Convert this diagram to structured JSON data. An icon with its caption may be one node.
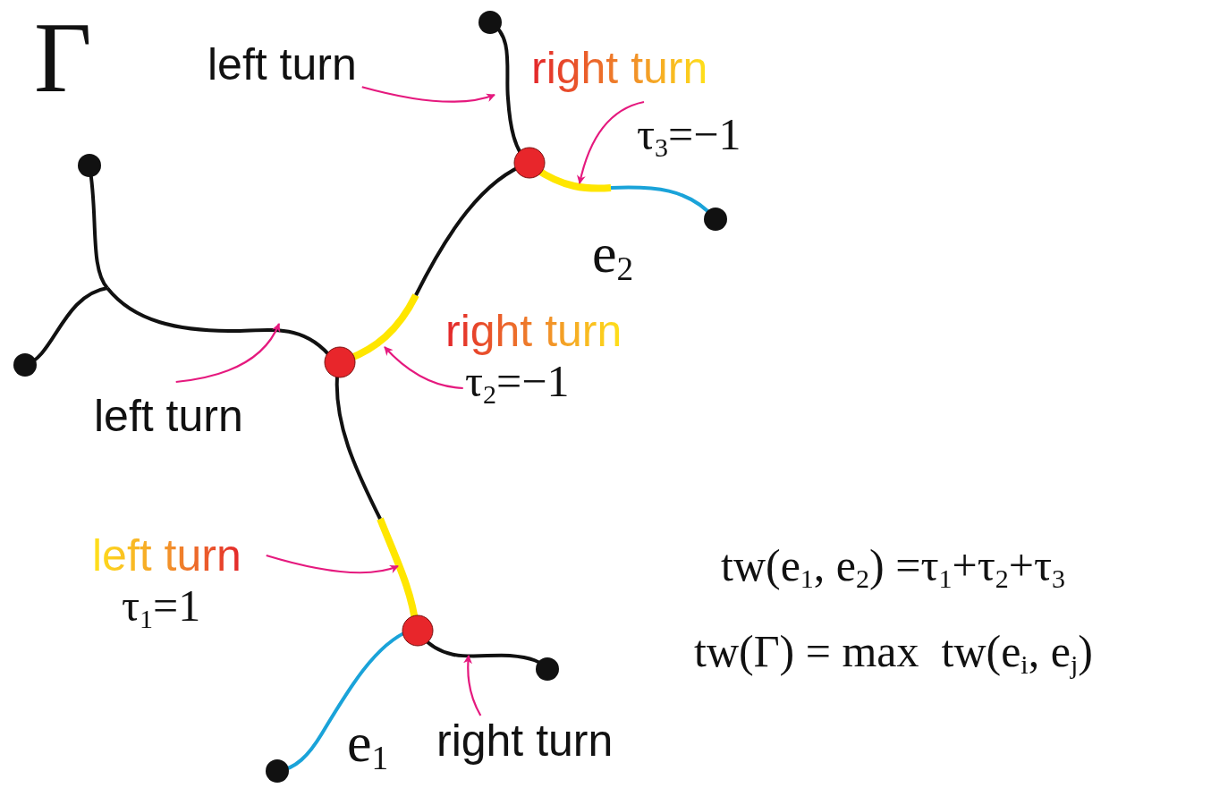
{
  "diagram": {
    "nodes": [
      {
        "text": [
          "left turn"
        ]
      },
      {
        "text": [
          "right turn",
          "τ$_{3}$=−1"
        ]
      },
      {
        "text": [
          "right turn",
          "τ$_{2}$=−1"
        ]
      },
      {
        "text": [
          "left turn"
        ]
      },
      {
        "text": [
          "left turn",
          "τ$_{1}$=1"
        ]
      },
      {
        "text": [
          "right turn"
        ]
      }
    ],
    "edges": [
      {
        "from": 0,
        "to": null,
        "arrow": "to"
      },
      {
        "from": 1,
        "to": null,
        "arrow": "to"
      },
      {
        "from": 2,
        "to": null,
        "arrow": "to"
      },
      {
        "from": 3,
        "to": null,
        "arrow": "to"
      },
      {
        "from": 4,
        "to": null,
        "arrow": "to"
      },
      {
        "from": 5,
        "to": null,
        "arrow": "to"
      }
    ],
    "labels": [
      "Γ",
      "e$_{2}$",
      "e$_{1}$",
      "tw(e$_{1}$, e$_{2}$) =τ$_{1}$+τ$_{2}$+τ$_{3}$",
      "tw(Γ) = max  tw(e$_{i}$, e$_{j}$)"
    ]
  }
}
